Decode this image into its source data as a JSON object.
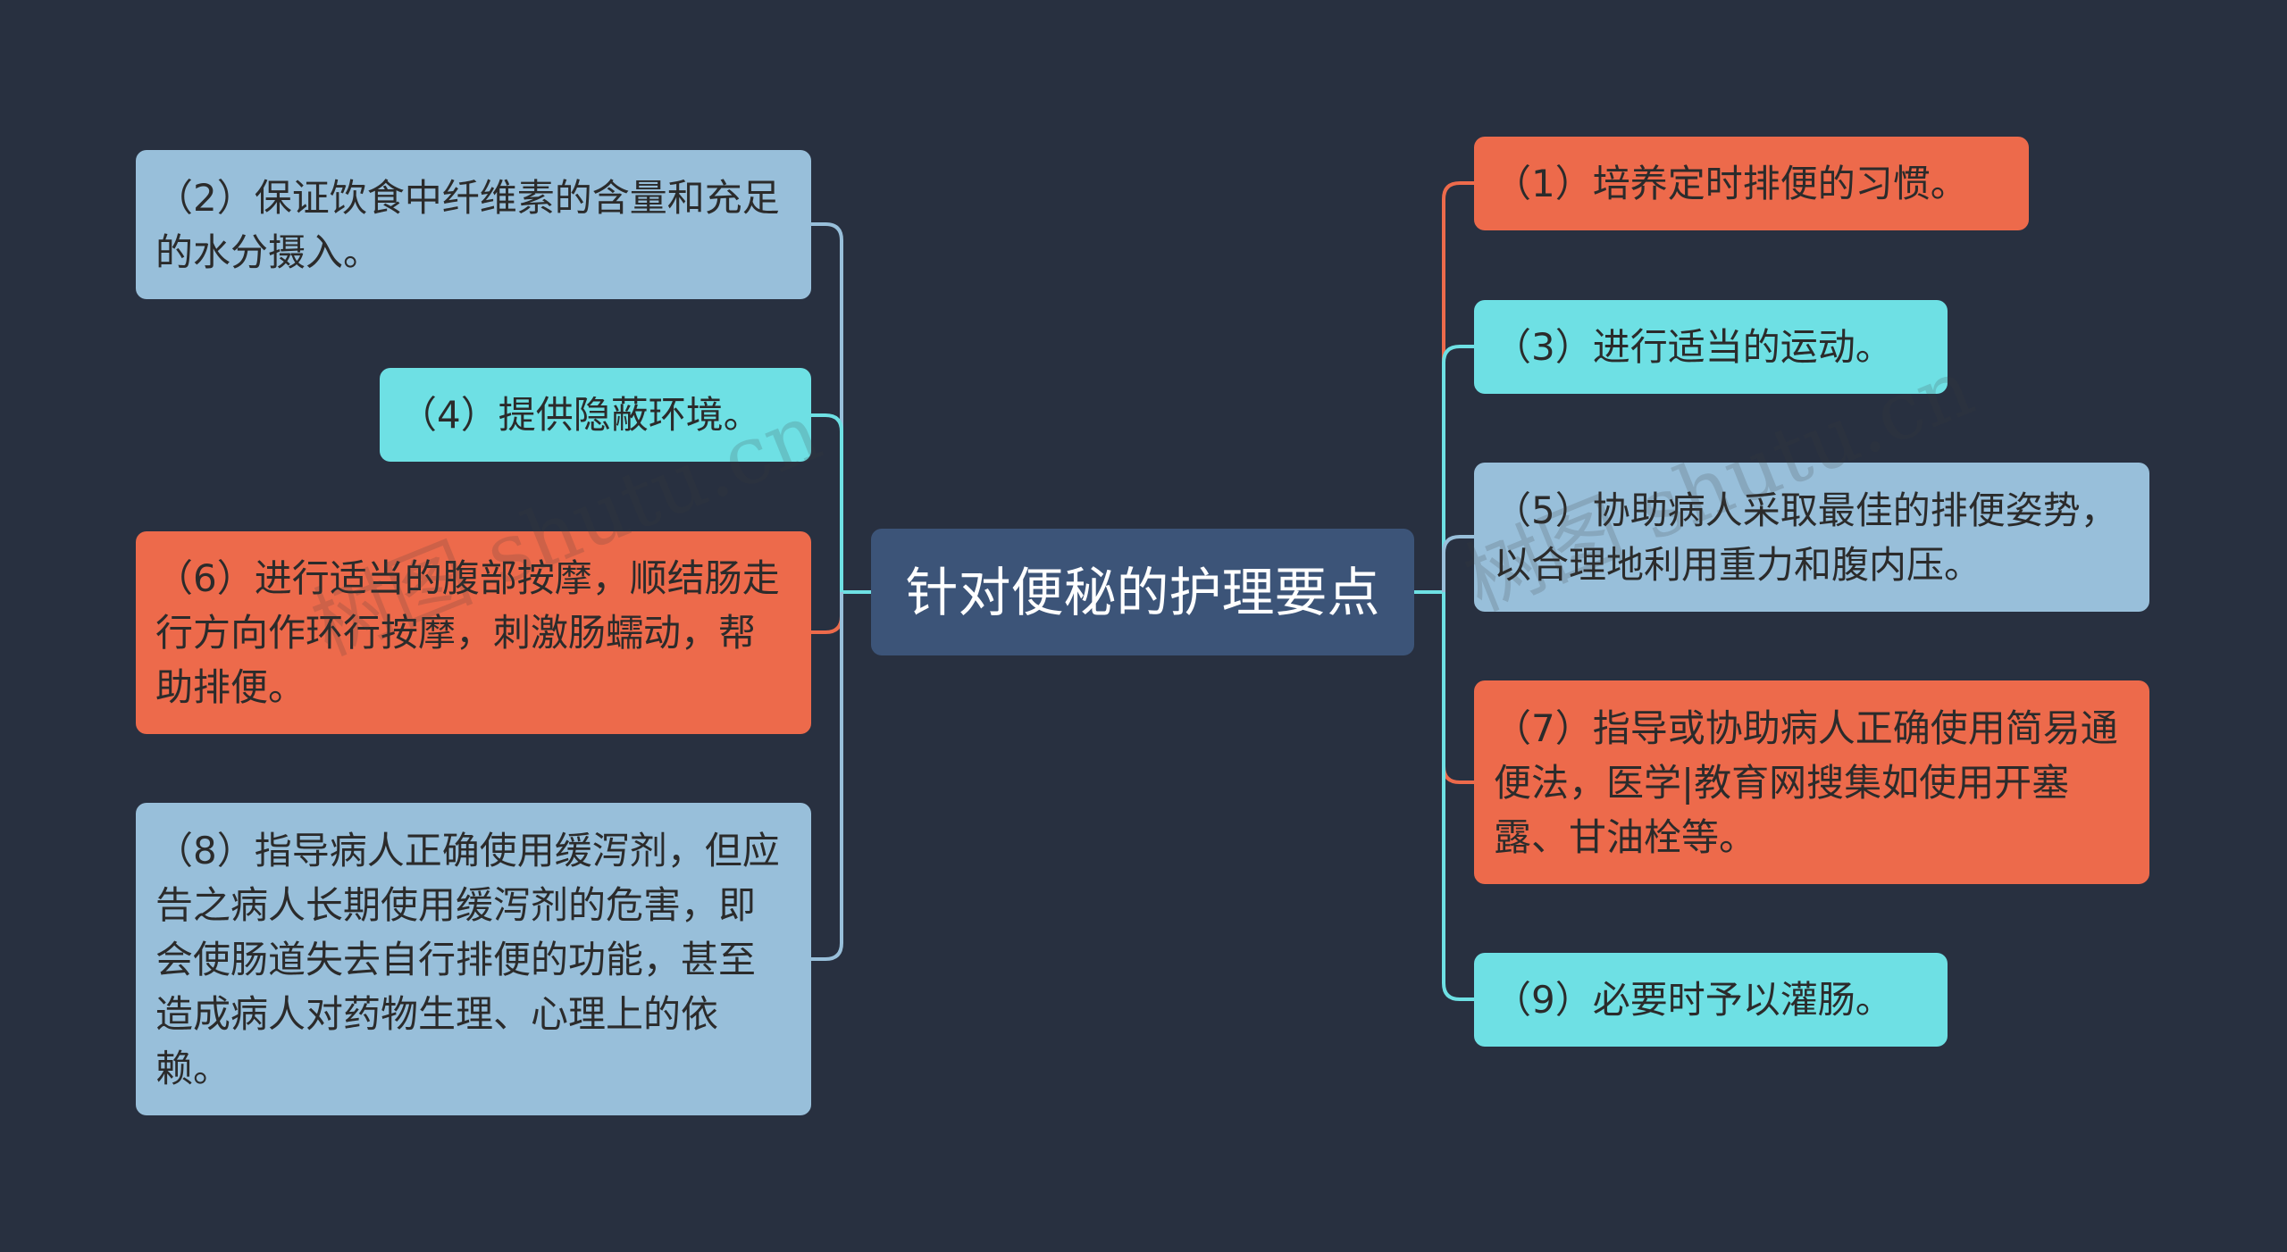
{
  "center": {
    "text": "针对便秘的护理要点"
  },
  "colors": {
    "background": "#283040",
    "center": "#3c5478",
    "blue": "#98bfda",
    "cyan": "#6ee0e4",
    "orange": "#ed6a4b"
  },
  "left_nodes": [
    {
      "id": "2",
      "text": "（2）保证饮食中纤维素的含量和充足的水分摄入。",
      "color": "blue"
    },
    {
      "id": "4",
      "text": "（4）提供隐蔽环境。",
      "color": "cyan"
    },
    {
      "id": "6",
      "text": "（6）进行适当的腹部按摩，顺结肠走行方向作环行按摩，刺激肠蠕动，帮助排便。",
      "color": "orange"
    },
    {
      "id": "8",
      "text": "（8）指导病人正确使用缓泻剂，但应告之病人长期使用缓泻剂的危害，即会使肠道失去自行排便的功能，甚至造成病人对药物生理、心理上的依赖。",
      "color": "blue"
    }
  ],
  "right_nodes": [
    {
      "id": "1",
      "text": "（1）培养定时排便的习惯。",
      "color": "orange"
    },
    {
      "id": "3",
      "text": "（3）进行适当的运动。",
      "color": "cyan"
    },
    {
      "id": "5",
      "text": "（5）协助病人采取最佳的排便姿势，以合理地利用重力和腹内压。",
      "color": "blue"
    },
    {
      "id": "7",
      "text": "（7）指导或协助病人正确使用简易通便法，医学|教育网搜集如使用开塞露、甘油栓等。",
      "color": "orange"
    },
    {
      "id": "9",
      "text": "（9）必要时予以灌肠。",
      "color": "cyan"
    }
  ]
}
